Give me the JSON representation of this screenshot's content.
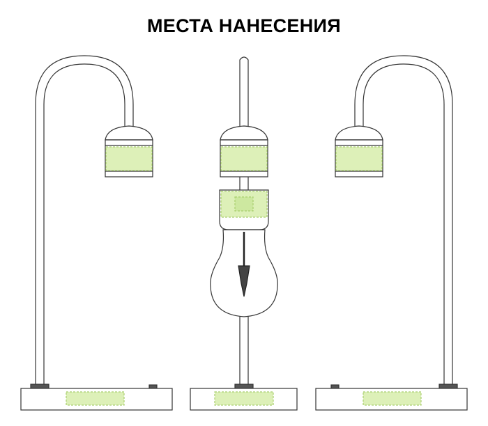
{
  "title": "МЕСТА НАНЕСЕНИЯ",
  "colors": {
    "line": "#333333",
    "print_area_fill": "#ddf0b8",
    "print_area_border": "#a9cf6e",
    "background": "#ffffff"
  },
  "views": [
    "left-side-view",
    "front-view",
    "right-side-view"
  ]
}
